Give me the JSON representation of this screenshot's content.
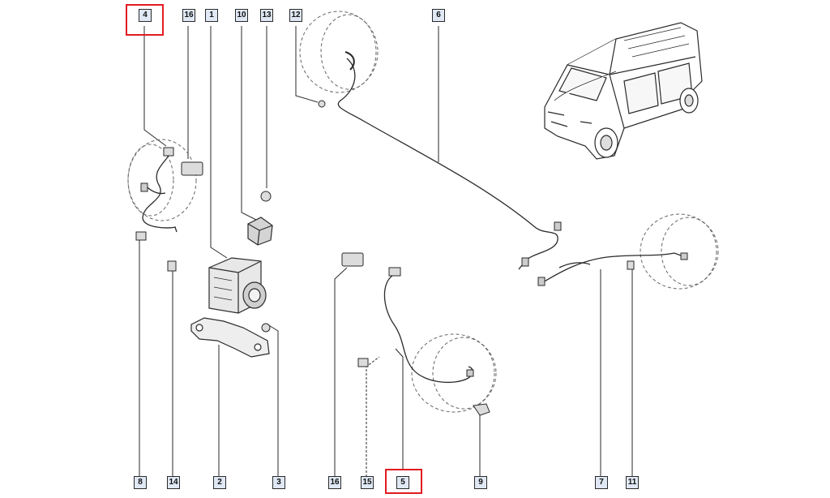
{
  "callouts": {
    "p4": "4",
    "p16a": "16",
    "p1": "1",
    "p10": "10",
    "p13": "13",
    "p12": "12",
    "p6": "6",
    "p8": "8",
    "p14": "14",
    "p2": "2",
    "p3": "3",
    "p16b": "16",
    "p15": "15",
    "p5": "5",
    "p9": "9",
    "p7": "7",
    "p11": "11"
  },
  "highlighted": [
    "4",
    "5"
  ],
  "colors": {
    "highlight": "#e11b22",
    "callout_fill": "#dfe8f4",
    "line": "#2a2a2a"
  }
}
